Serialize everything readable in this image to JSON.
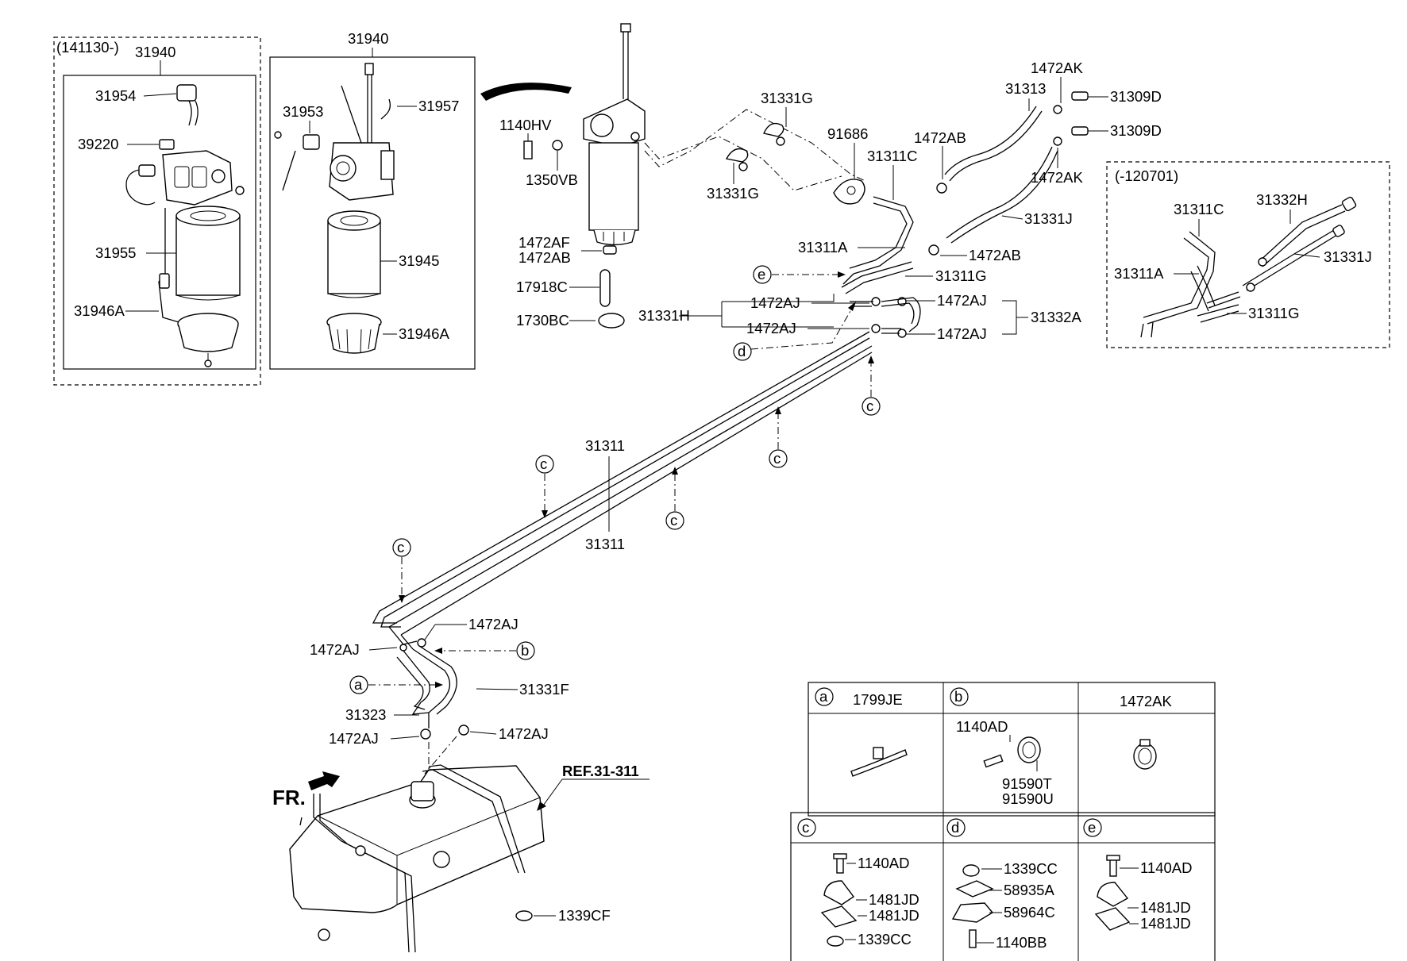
{
  "callouts": {
    "c_141130": "(141130-)",
    "c_31940_left": "31940",
    "c_31954": "31954",
    "c_39220": "39220",
    "c_31955": "31955",
    "c_31946A_left": "31946A",
    "c_31940_mid": "31940",
    "c_31953": "31953",
    "c_31957": "31957",
    "c_31945": "31945",
    "c_31946A_mid": "31946A",
    "c_1140HV": "1140HV",
    "c_1350VB": "1350VB",
    "c_1472AF": "1472AF",
    "c_1472AB_a": "1472AB",
    "c_17918C": "17918C",
    "c_1730BC": "1730BC",
    "c_31331G_top": "31331G",
    "c_31331G_bot": "31331G",
    "c_91686": "91686",
    "c_31311C": "31311C",
    "c_1472AB_b": "1472AB",
    "c_31313": "31313",
    "c_1472AK_top": "1472AK",
    "c_31309D_1": "31309D",
    "c_31309D_2": "31309D",
    "c_1472AK_mid": "1472AK",
    "c_31331J": "31331J",
    "c_31311A": "31311A",
    "c_1472AB_c": "1472AB",
    "c_31311G": "31311G",
    "c_1472AJ_1": "1472AJ",
    "c_1472AJ_2": "1472AJ",
    "c_1472AJ_3": "1472AJ",
    "c_1472AJ_4": "1472AJ",
    "c_31331H": "31331H",
    "c_31332A": "31332A",
    "c_120701": "(-120701)",
    "c_31311C_r": "31311C",
    "c_31332H_r": "31332H",
    "c_31311A_r": "31311A",
    "c_31331J_r": "31331J",
    "c_31311G_r": "31311G",
    "c_31311_top": "31311",
    "c_31311_bot": "31311",
    "c_1472AJ_5": "1472AJ",
    "c_1472AJ_6": "1472AJ",
    "c_31331F": "31331F",
    "c_31323": "31323",
    "c_1472AJ_7": "1472AJ",
    "c_1472AJ_8": "1472AJ",
    "c_ref": "REF.31-311",
    "c_fr": "FR.",
    "c_1339CF": "1339CF"
  },
  "markers": {
    "a": "a",
    "b": "b",
    "c": "c",
    "d": "d",
    "e": "e"
  },
  "legend": {
    "cell_a_letter": "a",
    "cell_a_title": "1799JE",
    "cell_b_letter": "b",
    "cell_b_title": "",
    "cell_ak_title": "1472AK",
    "b_1140AD": "1140AD",
    "b_91590T": "91590T",
    "b_91590U": "91590U",
    "cell_c_letter": "c",
    "c_1140AD": "1140AD",
    "c_1481JD_1": "1481JD",
    "c_1481JD_2": "1481JD",
    "c_1339CC": "1339CC",
    "cell_d_letter": "d",
    "d_1339CC": "1339CC",
    "d_58935A": "58935A",
    "d_58964C": "58964C",
    "d_1140BB": "1140BB",
    "cell_e_letter": "e",
    "e_1140AD": "1140AD",
    "e_1481JD_1": "1481JD",
    "e_1481JD_2": "1481JD"
  }
}
